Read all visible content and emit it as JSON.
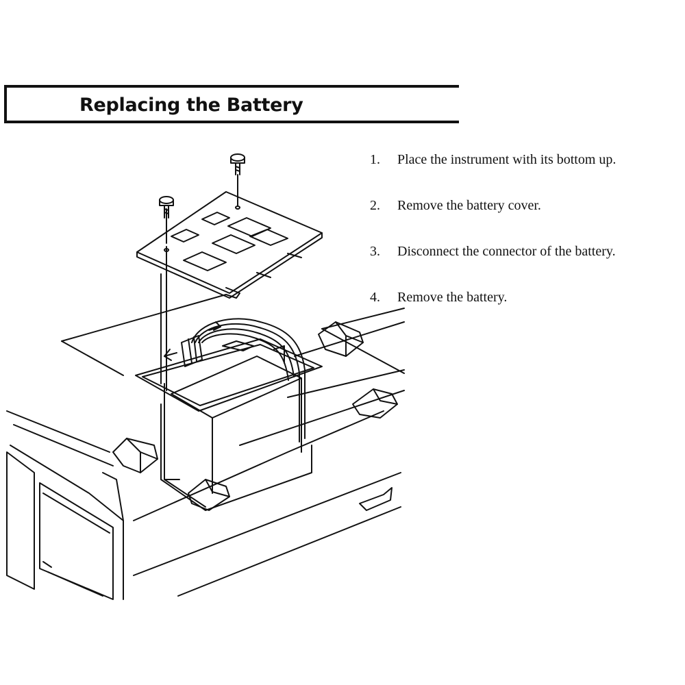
{
  "header": {
    "title": "Replacing the Battery"
  },
  "steps": [
    {
      "number": "1.",
      "text": "Place the instrument with its bottom up."
    },
    {
      "number": "2.",
      "text": "Remove the battery cover."
    },
    {
      "number": "3.",
      "text": "Disconnect the connector of the battery."
    },
    {
      "number": "4.",
      "text": "Remove the battery."
    }
  ],
  "colors": {
    "ink": "#111111",
    "background": "#ffffff"
  }
}
